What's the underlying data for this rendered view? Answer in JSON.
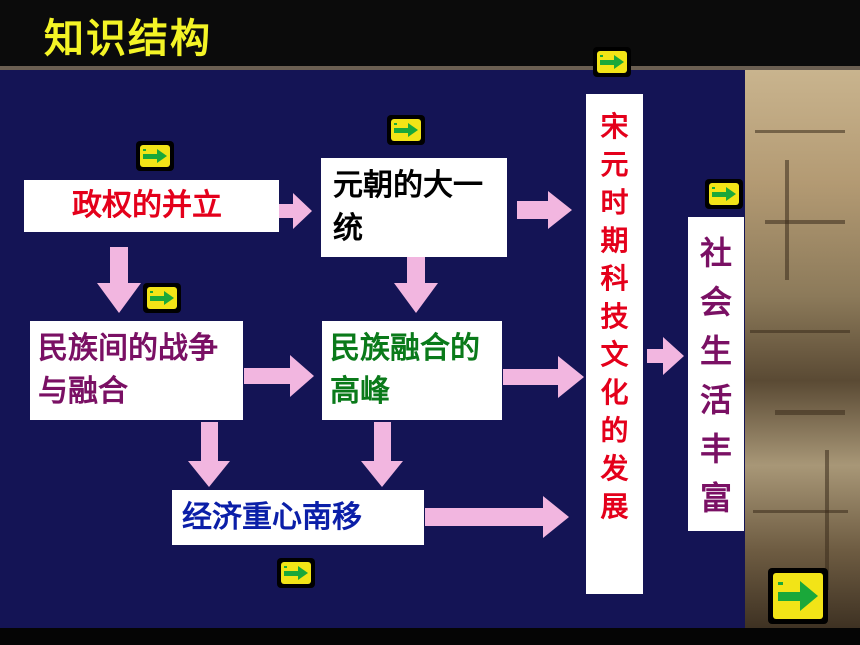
{
  "title": "知识结构",
  "boxes": {
    "regime": "政权的并立",
    "unification": "元朝的大一统",
    "war_fusion": "民族间的战争与融合",
    "fusion_peak": "民族融合的高峰",
    "economy": "经济重心南移",
    "science_culture": "宋元时期科技文化的发展",
    "social_life": "社会生活丰富"
  },
  "colors": {
    "title": "#f4f426",
    "background": "#141455",
    "arrow": "#f2b6e0",
    "nav_button": "#f2e417",
    "nav_arrow": "#1aa83a"
  },
  "icons": [
    "nav-arrow-button-icon"
  ]
}
